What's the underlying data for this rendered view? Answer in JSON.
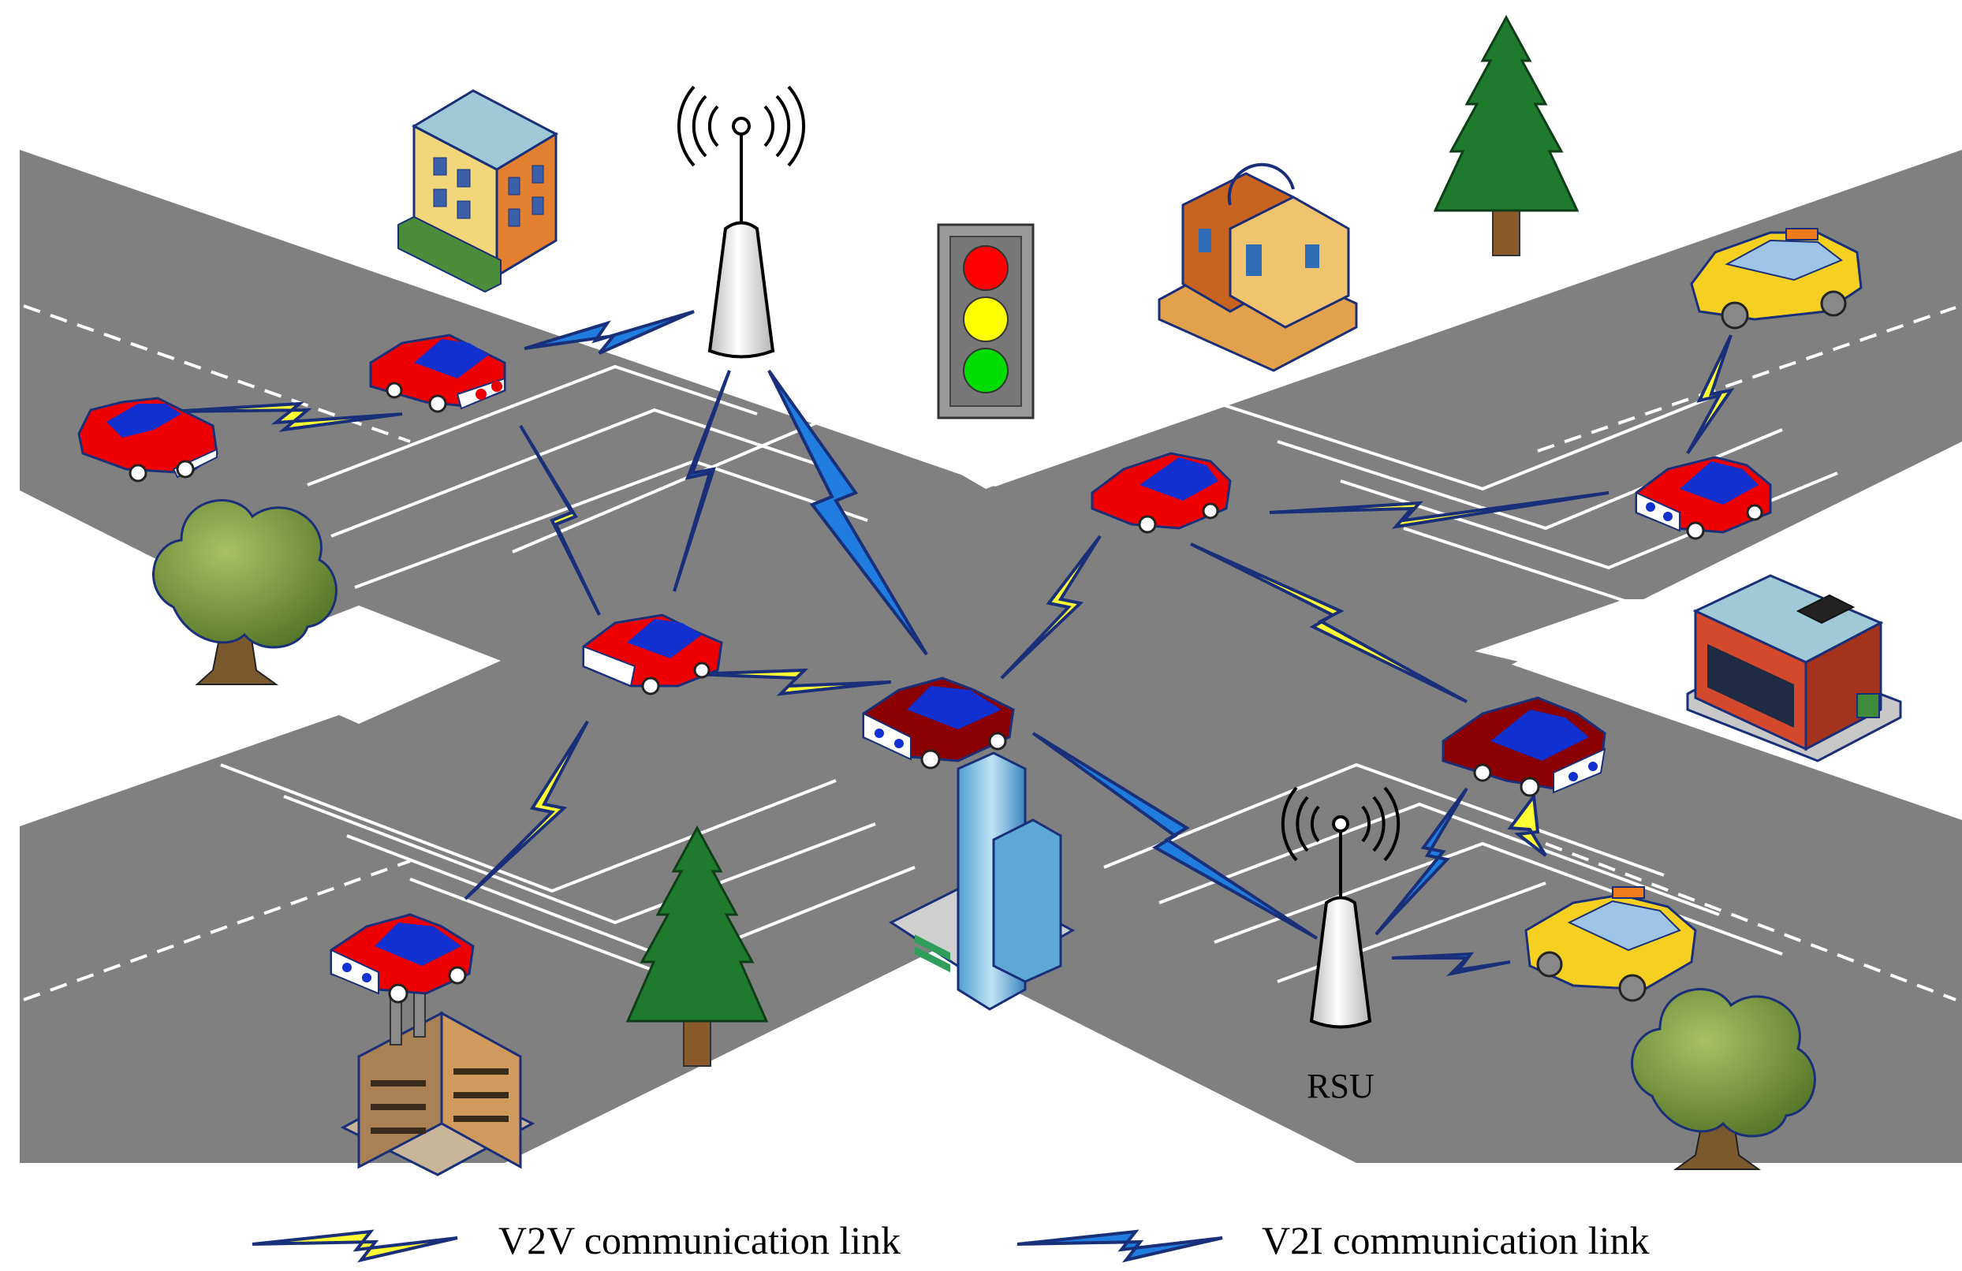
{
  "labels": {
    "rsu": "RSU"
  },
  "legend": {
    "v2v": "V2V communication link",
    "v2i": "V2I communication link"
  },
  "icons": {
    "base_station": "antenna-tower-icon",
    "rsu": "rsu-antenna-icon",
    "traffic_light": "traffic-light-icon",
    "car": "car-icon",
    "taxi": "taxi-icon",
    "building": "building-icon",
    "tree": "tree-icon"
  },
  "colors": {
    "road": "#808080",
    "lane_marking": "#ffffff",
    "v2v_link": "#ffff33",
    "v2i_link": "#1f7de0",
    "link_outline": "#1a2f7a",
    "car_red": "#ee0000",
    "car_dark_red": "#8b0000",
    "car_window": "#1030d0",
    "taxi": "#f5d020",
    "light_red": "#ff0000",
    "light_yellow": "#ffff00",
    "light_green": "#00dd00"
  }
}
